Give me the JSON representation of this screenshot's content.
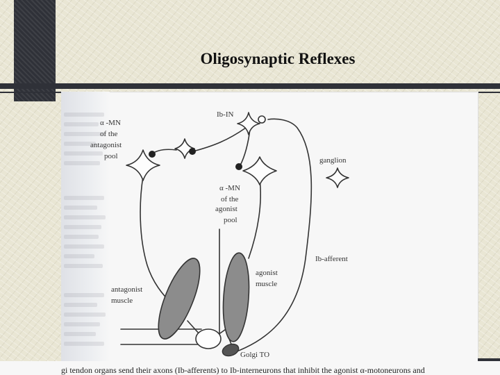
{
  "slide": {
    "title": "Oligosynaptic Reflexes"
  },
  "diagram": {
    "labels": {
      "alpha_mn_antagonist": [
        "α -MN",
        "of the",
        "antagonist",
        "pool"
      ],
      "ib_in": "Ib-IN",
      "ganglion": "ganglion",
      "alpha_mn_agonist": [
        "α -MN",
        "of the",
        "agonist",
        "pool"
      ],
      "ib_afferent": "Ib-afferent",
      "agonist_muscle": [
        "agonist",
        "muscle"
      ],
      "antagonist_muscle": [
        "antagonist",
        "muscle"
      ],
      "golgi_to": "Golgi TO"
    },
    "colors": {
      "ink": "#333333",
      "muscle_fill": "#8c8c8c",
      "tendon_fill": "#555555"
    }
  },
  "caption": "gi tendon organs send their axons (Ib-afferents) to Ib-interneurons that inhibit the agonist α-motoneurons and"
}
